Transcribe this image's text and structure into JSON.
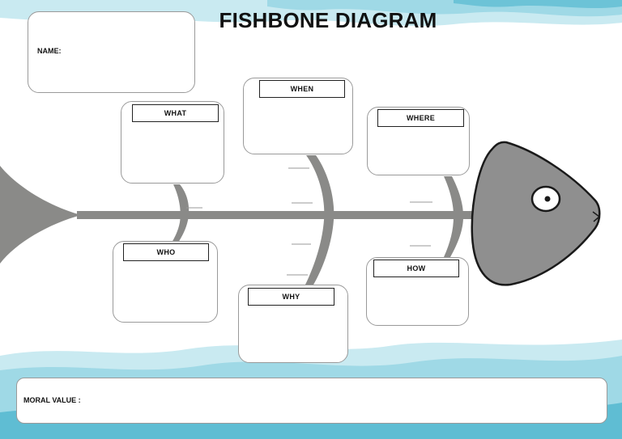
{
  "title": "FISHBONE DIAGRAM",
  "name_label": "NAME:",
  "moral_label": "MORAL VALUE :",
  "boxes": {
    "what": "WHAT",
    "when": "WHEN",
    "where": "WHERE",
    "who": "WHO",
    "why": "WHY",
    "how": "HOW"
  },
  "colors": {
    "wave_light": "#bfe6ee",
    "wave_mid": "#8fd3e2",
    "wave_dark": "#5fbdd3",
    "bone": "#8a8a88",
    "fish": "#8f8f8f",
    "fish_outline": "#1a1a1a"
  }
}
